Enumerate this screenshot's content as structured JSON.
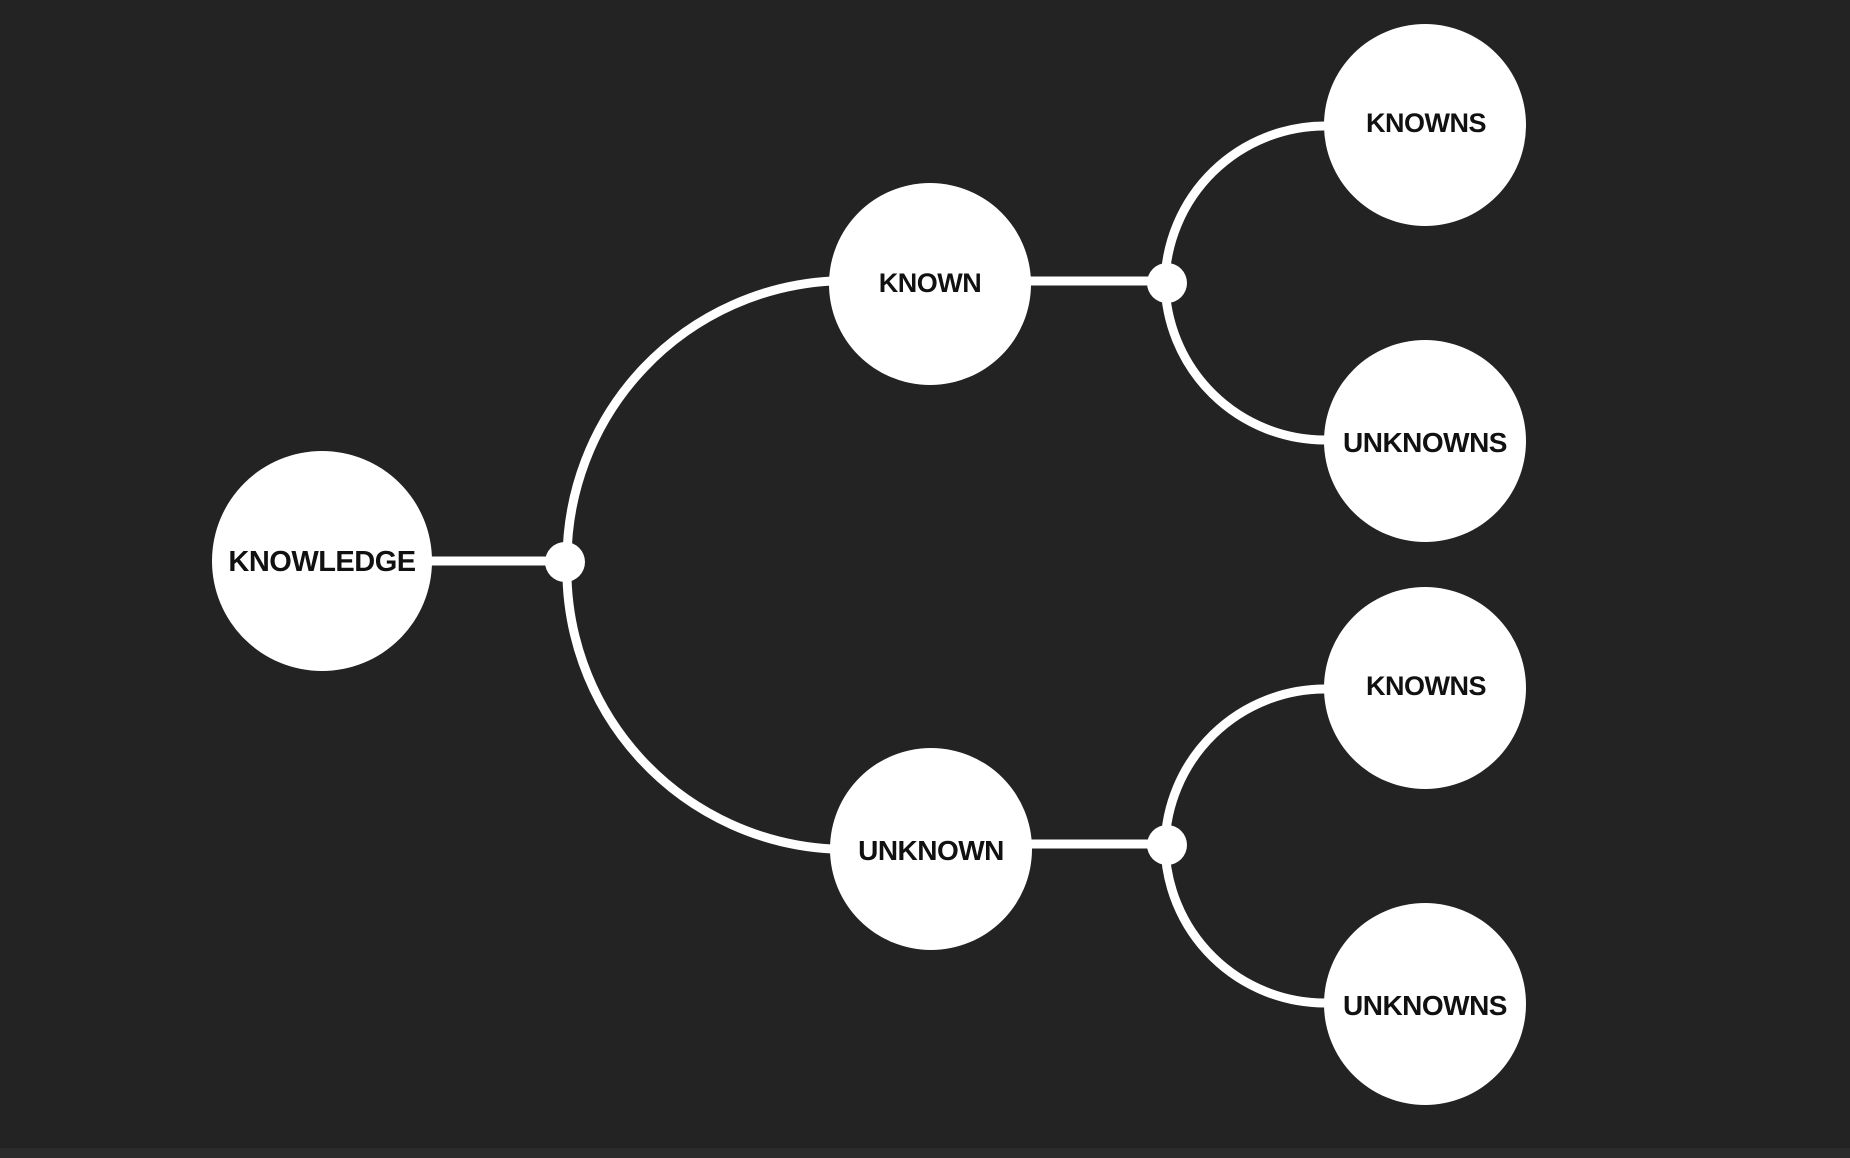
{
  "diagram": {
    "root": {
      "label": "KNOWLEDGE"
    },
    "branches": [
      {
        "label": "KNOWN",
        "children": [
          {
            "label": "KNOWNS"
          },
          {
            "label": "UNKNOWNS"
          }
        ]
      },
      {
        "label": "UNKNOWN",
        "children": [
          {
            "label": "KNOWNS"
          },
          {
            "label": "UNKNOWNS"
          }
        ]
      }
    ]
  },
  "colors": {
    "background": "#232323",
    "node_fill": "#ffffff",
    "connector": "#ffffff",
    "label_text": "#111111"
  }
}
